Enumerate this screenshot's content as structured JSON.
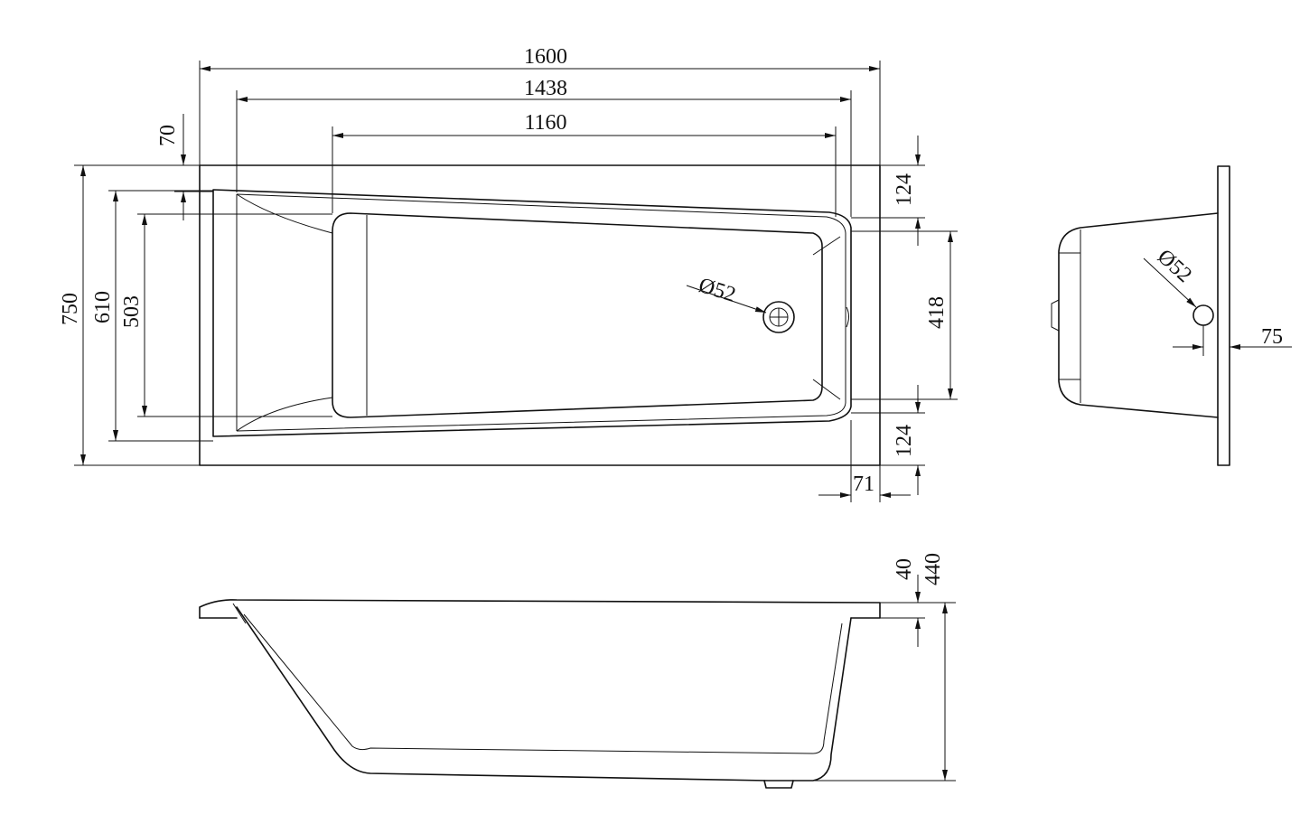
{
  "dimensions": {
    "total_length": "1600",
    "inner_length": "1438",
    "bottom_length": "1160",
    "rim_offset": "70",
    "total_width": "750",
    "inner_width": "610",
    "bottom_width": "503",
    "rim_top": "124",
    "center_width": "418",
    "rim_bottom": "124",
    "end_rim": "71",
    "drain_diameter_top": "Ø52",
    "drain_diameter_side": "Ø52",
    "drain_offset": "75",
    "rim_height": "40",
    "total_height": "440"
  }
}
